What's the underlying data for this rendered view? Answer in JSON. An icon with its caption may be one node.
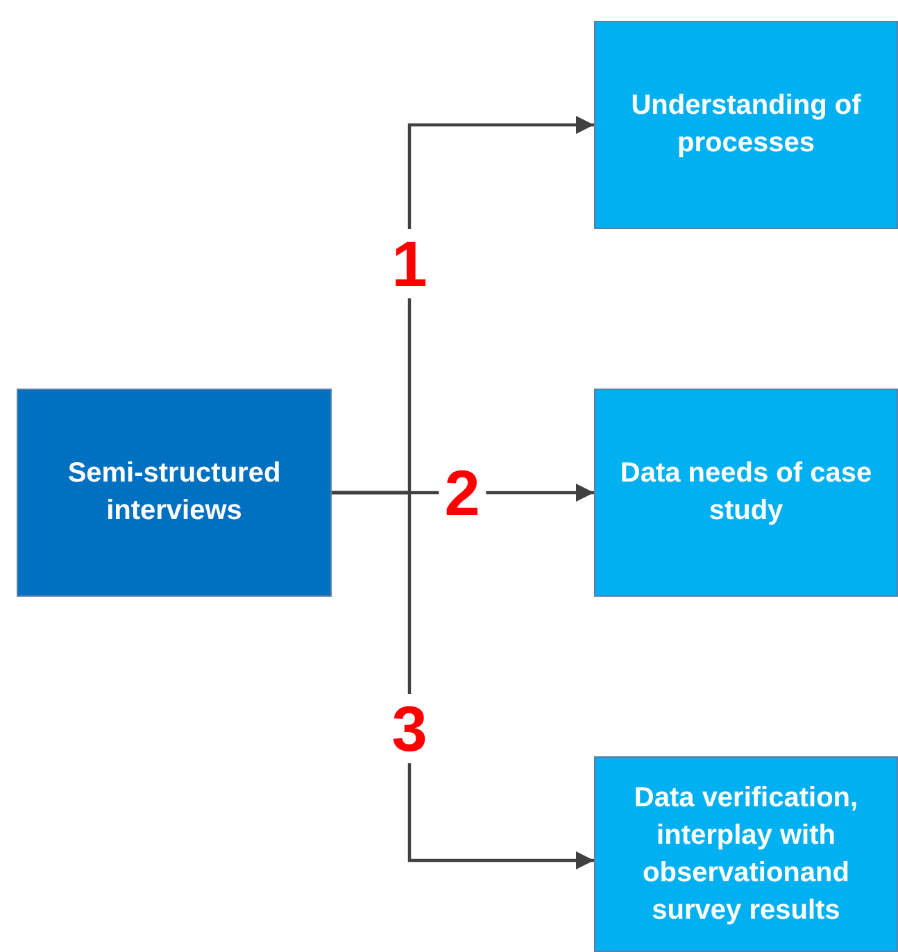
{
  "diagram": {
    "nodes": [
      {
        "text": [
          "Semi-structured interviews"
        ]
      },
      {
        "text": [
          "Understanding of processes"
        ]
      },
      {
        "text": [
          "Data needs of case study"
        ]
      },
      {
        "text": [
          "Data verification, interplay with observationand survey results"
        ]
      }
    ],
    "edges": [
      {
        "from": 0,
        "to": 1,
        "arrow": "to",
        "label": "1"
      },
      {
        "from": 0,
        "to": 2,
        "arrow": "to",
        "label": "2"
      },
      {
        "from": 0,
        "to": 3,
        "arrow": "to",
        "label": "3"
      }
    ]
  }
}
